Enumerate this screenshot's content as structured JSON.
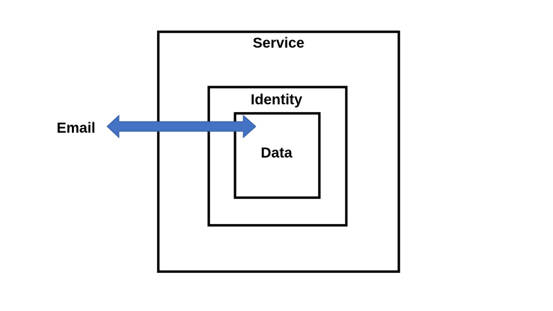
{
  "diagram": {
    "outer_box": {
      "label": "Service"
    },
    "middle_box": {
      "label": "Identity"
    },
    "inner_box": {
      "label": "Data"
    },
    "external": {
      "label": "Email"
    },
    "arrow": {
      "direction": "bidirectional"
    }
  },
  "colors": {
    "box_stroke": "#000000",
    "arrow_fill": "#4472C4",
    "arrow_stroke": "#2F5597",
    "background": "#FFFFFF"
  }
}
